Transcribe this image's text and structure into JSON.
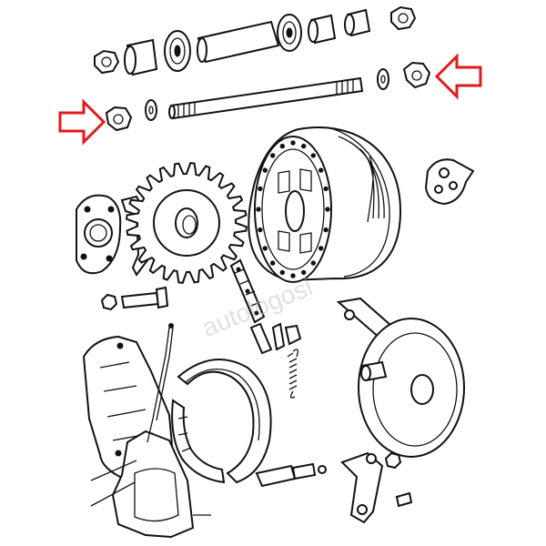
{
  "watermark": {
    "text": "autologosi"
  },
  "colors": {
    "arrow": "#e01b1b",
    "ink": "#111111",
    "background": "#ffffff"
  },
  "callouts": [
    {
      "name": "left-arrow",
      "points_to": "axle-nut-left",
      "icon": "arrow-right-icon"
    },
    {
      "name": "right-arrow",
      "points_to": "axle-nut-right",
      "icon": "arrow-left-icon"
    }
  ]
}
